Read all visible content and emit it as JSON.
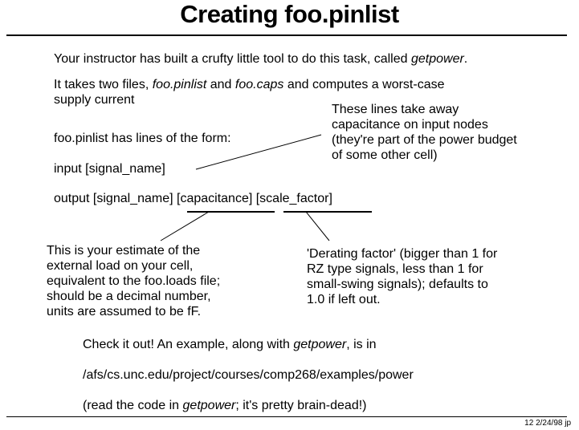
{
  "title": "Creating foo.pinlist",
  "intro": {
    "prefix": "Your instructor has built a crufty little tool to do this task, called ",
    "tool": "getpower",
    "suffix": "."
  },
  "takes": {
    "a": "It takes two files, ",
    "file1": "foo.pinlist",
    "b": " and ",
    "file2": "foo.caps",
    "c": " and computes a worst-case",
    "line2": "supply current"
  },
  "form_line": "foo.pinlist has lines of the form:",
  "input_line": "input [signal_name]",
  "output_line": {
    "part1": "output [signal_name] ",
    "cap": "[capacitance]",
    "space": " ",
    "scale": "[scale_factor]"
  },
  "note_input": [
    "These lines take away",
    "capacitance on input nodes",
    "(they're part of the power budget",
    "of some other cell)"
  ],
  "note_capacitance": [
    "This is your estimate of the",
    "external load on your cell,",
    "equivalent to the foo.loads file;",
    "should be a decimal number,",
    "units are assumed to be fF."
  ],
  "note_scale": [
    "'Derating factor' (bigger than 1 for",
    "RZ type signals, less than 1 for",
    "small-swing signals); defaults to",
    "1.0 if left out."
  ],
  "check": {
    "a": "Check it out!  An example, along with ",
    "tool": "getpower",
    "b": ", is in"
  },
  "path": "/afs/cs.unc.edu/project/courses/comp268/examples/power",
  "read": {
    "a": "(read the code in ",
    "tool": "getpower",
    "b": "; it's pretty brain-dead!)"
  },
  "footer": "12  2/24/98  jp"
}
